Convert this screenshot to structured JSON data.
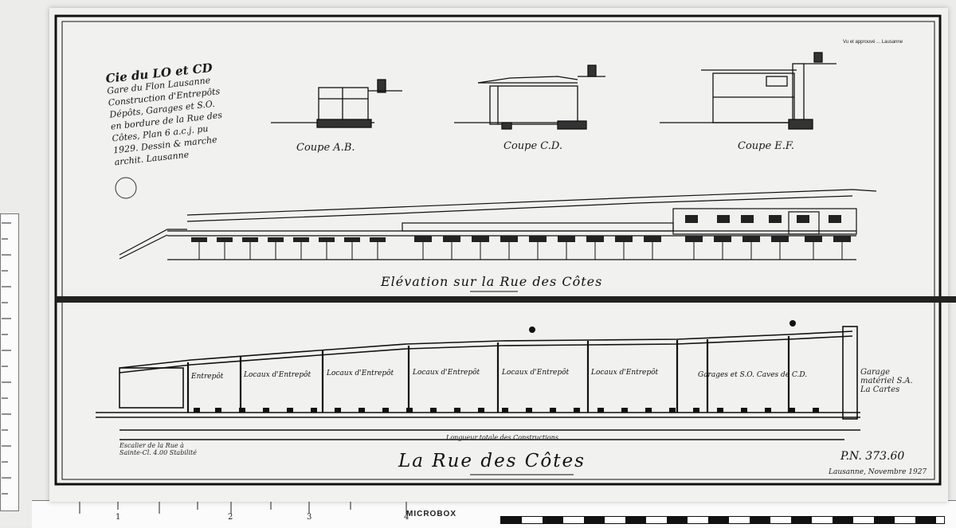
{
  "title_block": {
    "line1": "Cie du LO et CD",
    "line2": "Gare du Flon Lausanne",
    "line3": "Construction d'Entrepôts",
    "line4": "Dépôts, Garages et S.O.",
    "line5": "en bordure de la Rue des",
    "line6": "Côtes, Plan 6 a.c.j. pu",
    "line7": "1929. Dessin & marche",
    "line8": "archit. Lausanne"
  },
  "top_right_note": "Vu et approuvé ... Lausanne",
  "sections": [
    {
      "label": "Coupe A.B."
    },
    {
      "label": "Coupe C.D."
    },
    {
      "label": "Coupe E.F."
    }
  ],
  "elevation_title": "Elévation sur la Rue des Côtes",
  "section_rooms": [
    {
      "label": "Entrepôt"
    },
    {
      "label": "Locaux d'Entrepôt"
    },
    {
      "label": "Locaux d'Entrepôt"
    },
    {
      "label": "Locaux d'Entrepôt"
    },
    {
      "label": "Locaux d'Entrepôt"
    },
    {
      "label": "Locaux d'Entrepôt"
    },
    {
      "label": "Garages et S.O. Caves de C.D."
    }
  ],
  "side_note": "Garage matériel S.A. La Cartes",
  "street_title": "La Rue des Côtes",
  "bottom_note": "Longueur totale des Constructions",
  "bottom_left_note": "Escalier de la Rue à Sainte-Cl. 4.00 Stabilité",
  "plan_number": "P.N. 373.60",
  "place_date": "Lausanne, Novembre 1927",
  "ruler_label": "MICROBOX",
  "ruler_numbers": [
    "1",
    "2",
    "3",
    "4"
  ],
  "colors": {
    "ink": "#1a1a1a",
    "paper": "#f1f1ef"
  }
}
